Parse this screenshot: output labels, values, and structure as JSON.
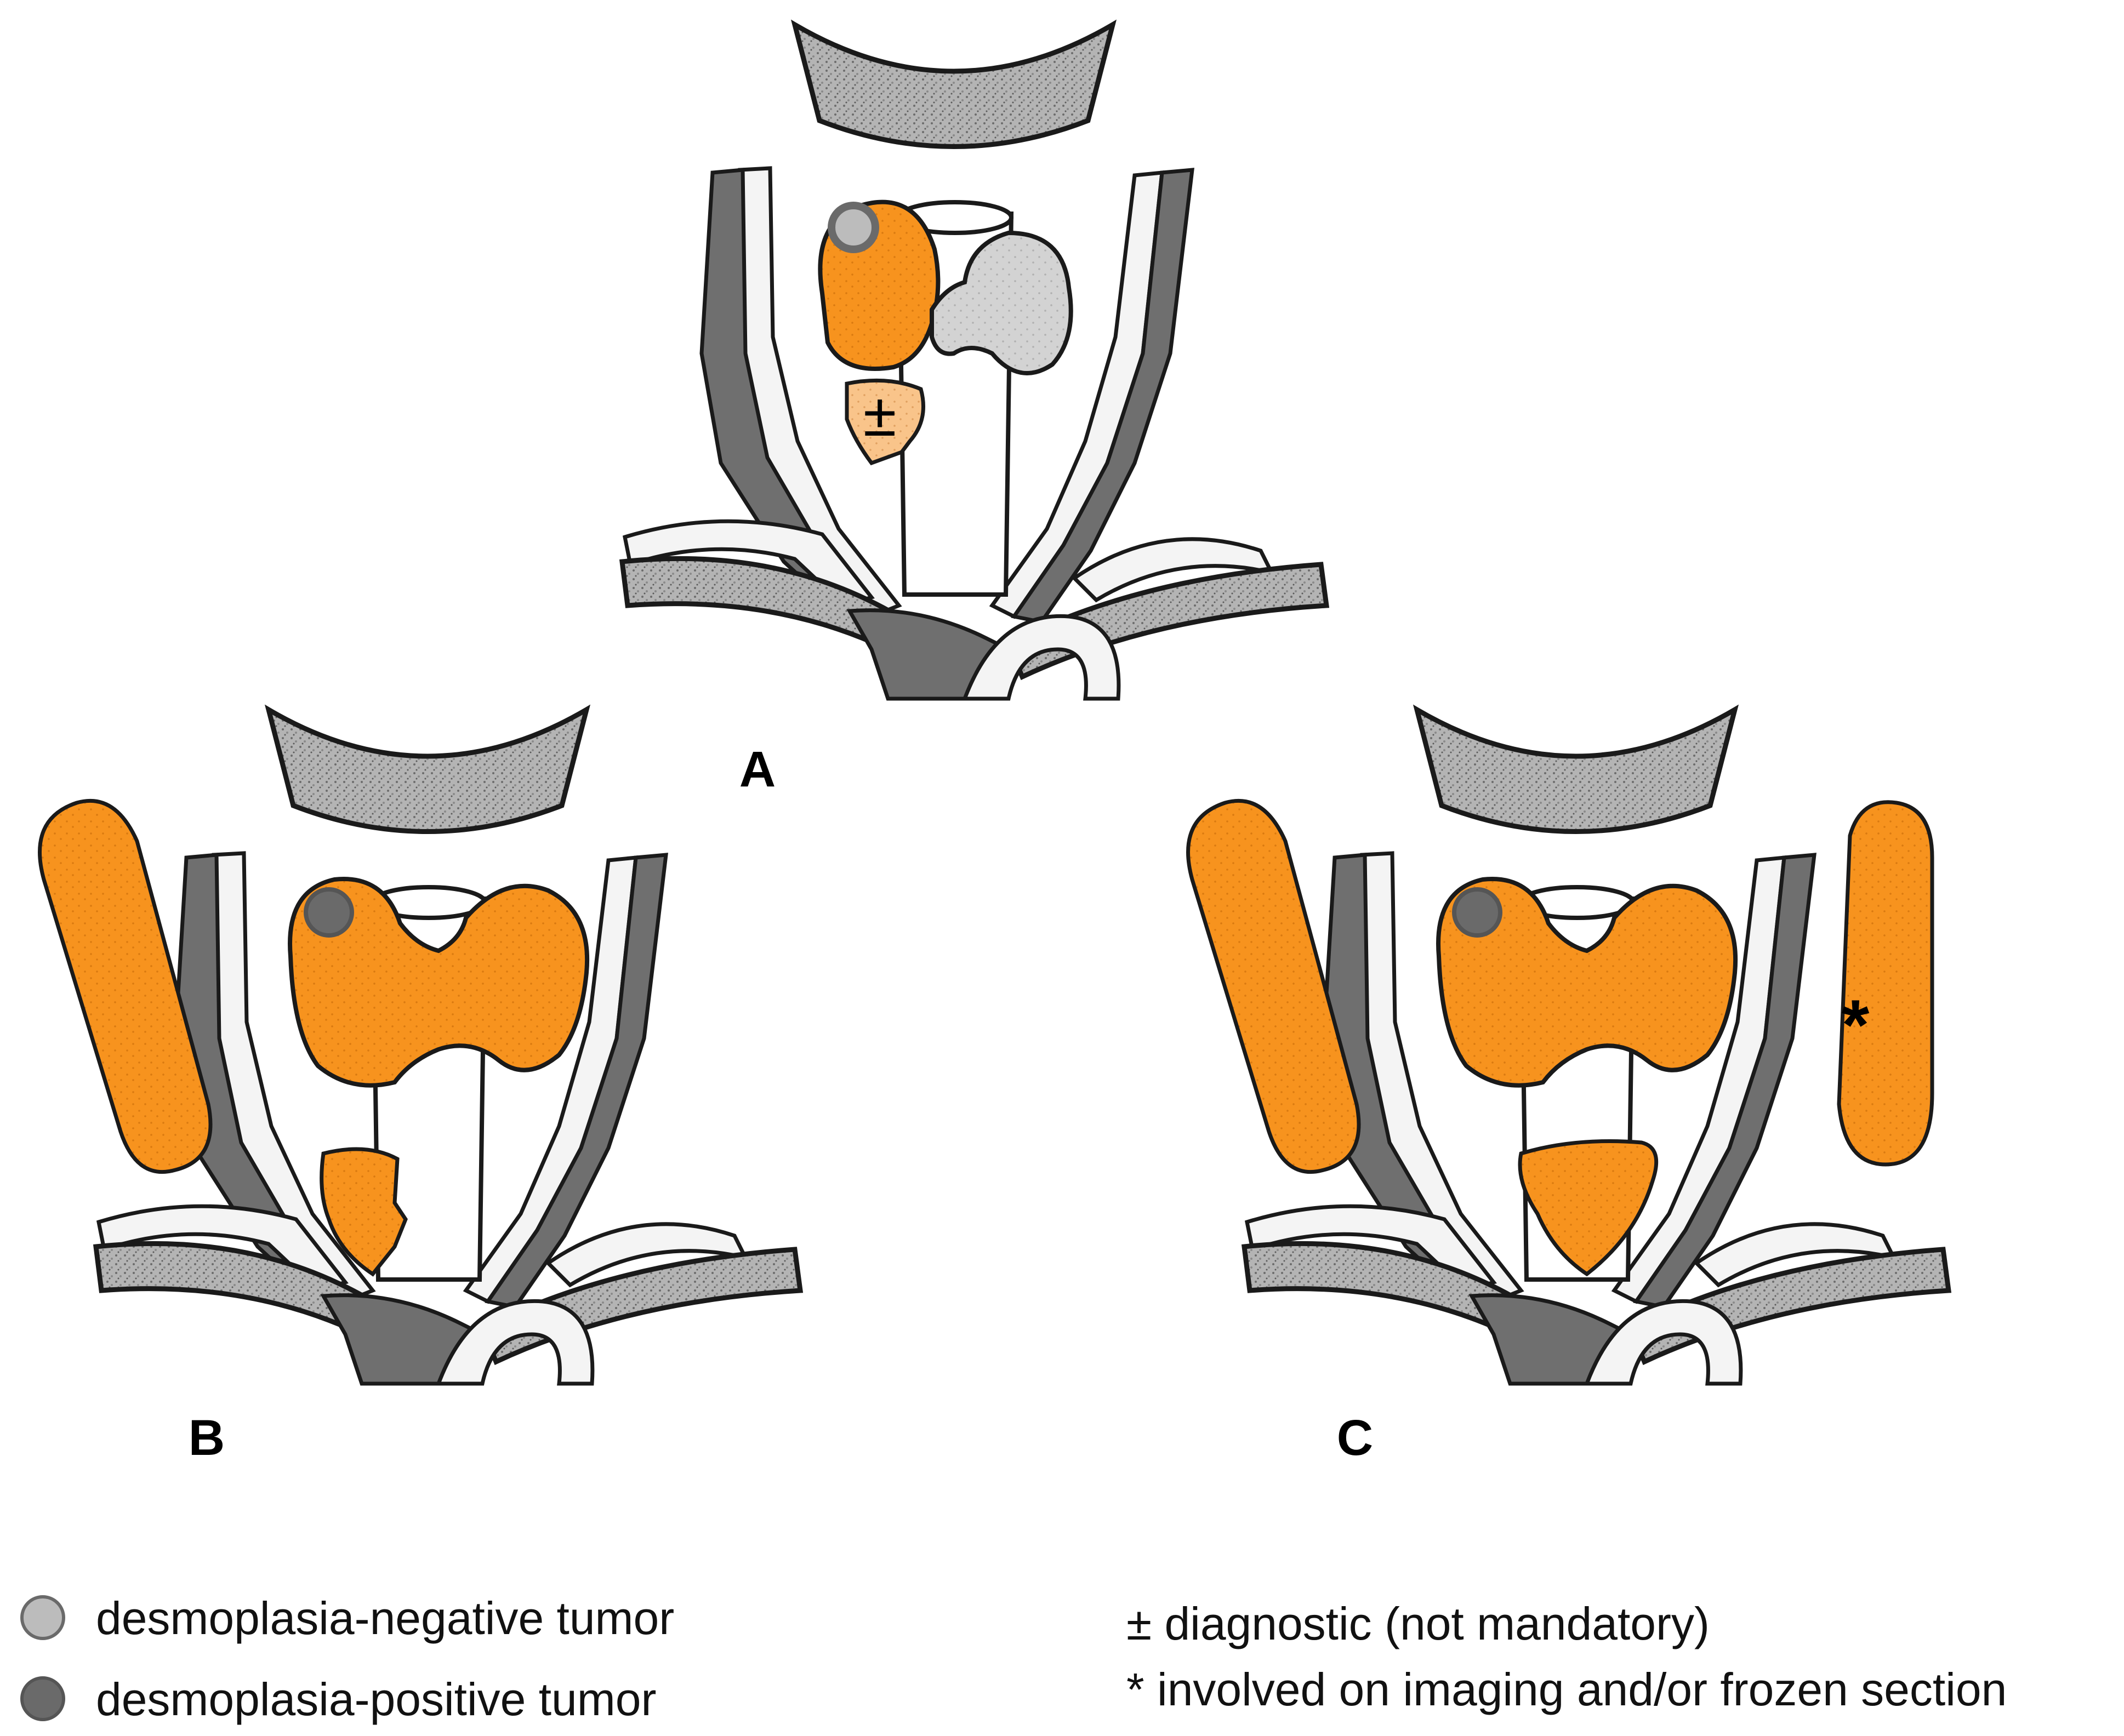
{
  "panels": [
    {
      "id": "A",
      "label": "A",
      "marker": "±"
    },
    {
      "id": "B",
      "label": "B",
      "marker": ""
    },
    {
      "id": "C",
      "label": "C",
      "marker": "*"
    }
  ],
  "legend": {
    "negative": {
      "label": "desmoplasia-negative tumor",
      "color": "#bcbcbc"
    },
    "positive": {
      "label": "desmoplasia-positive tumor",
      "color": "#6a6a6a"
    },
    "diagnostic": "± diagnostic (not mandatory)",
    "involved": "* involved on imaging and/or frozen section"
  },
  "colors": {
    "tissue_orange": "#f7931e",
    "tissue_light_orange": "#f9c48a",
    "unresected_gray": "#d3d3d3",
    "vessel_dark": "#6f6f6f",
    "vessel_light": "#f4f4f4",
    "bone": "#a9a9a9",
    "outline": "#1a1a1a"
  }
}
